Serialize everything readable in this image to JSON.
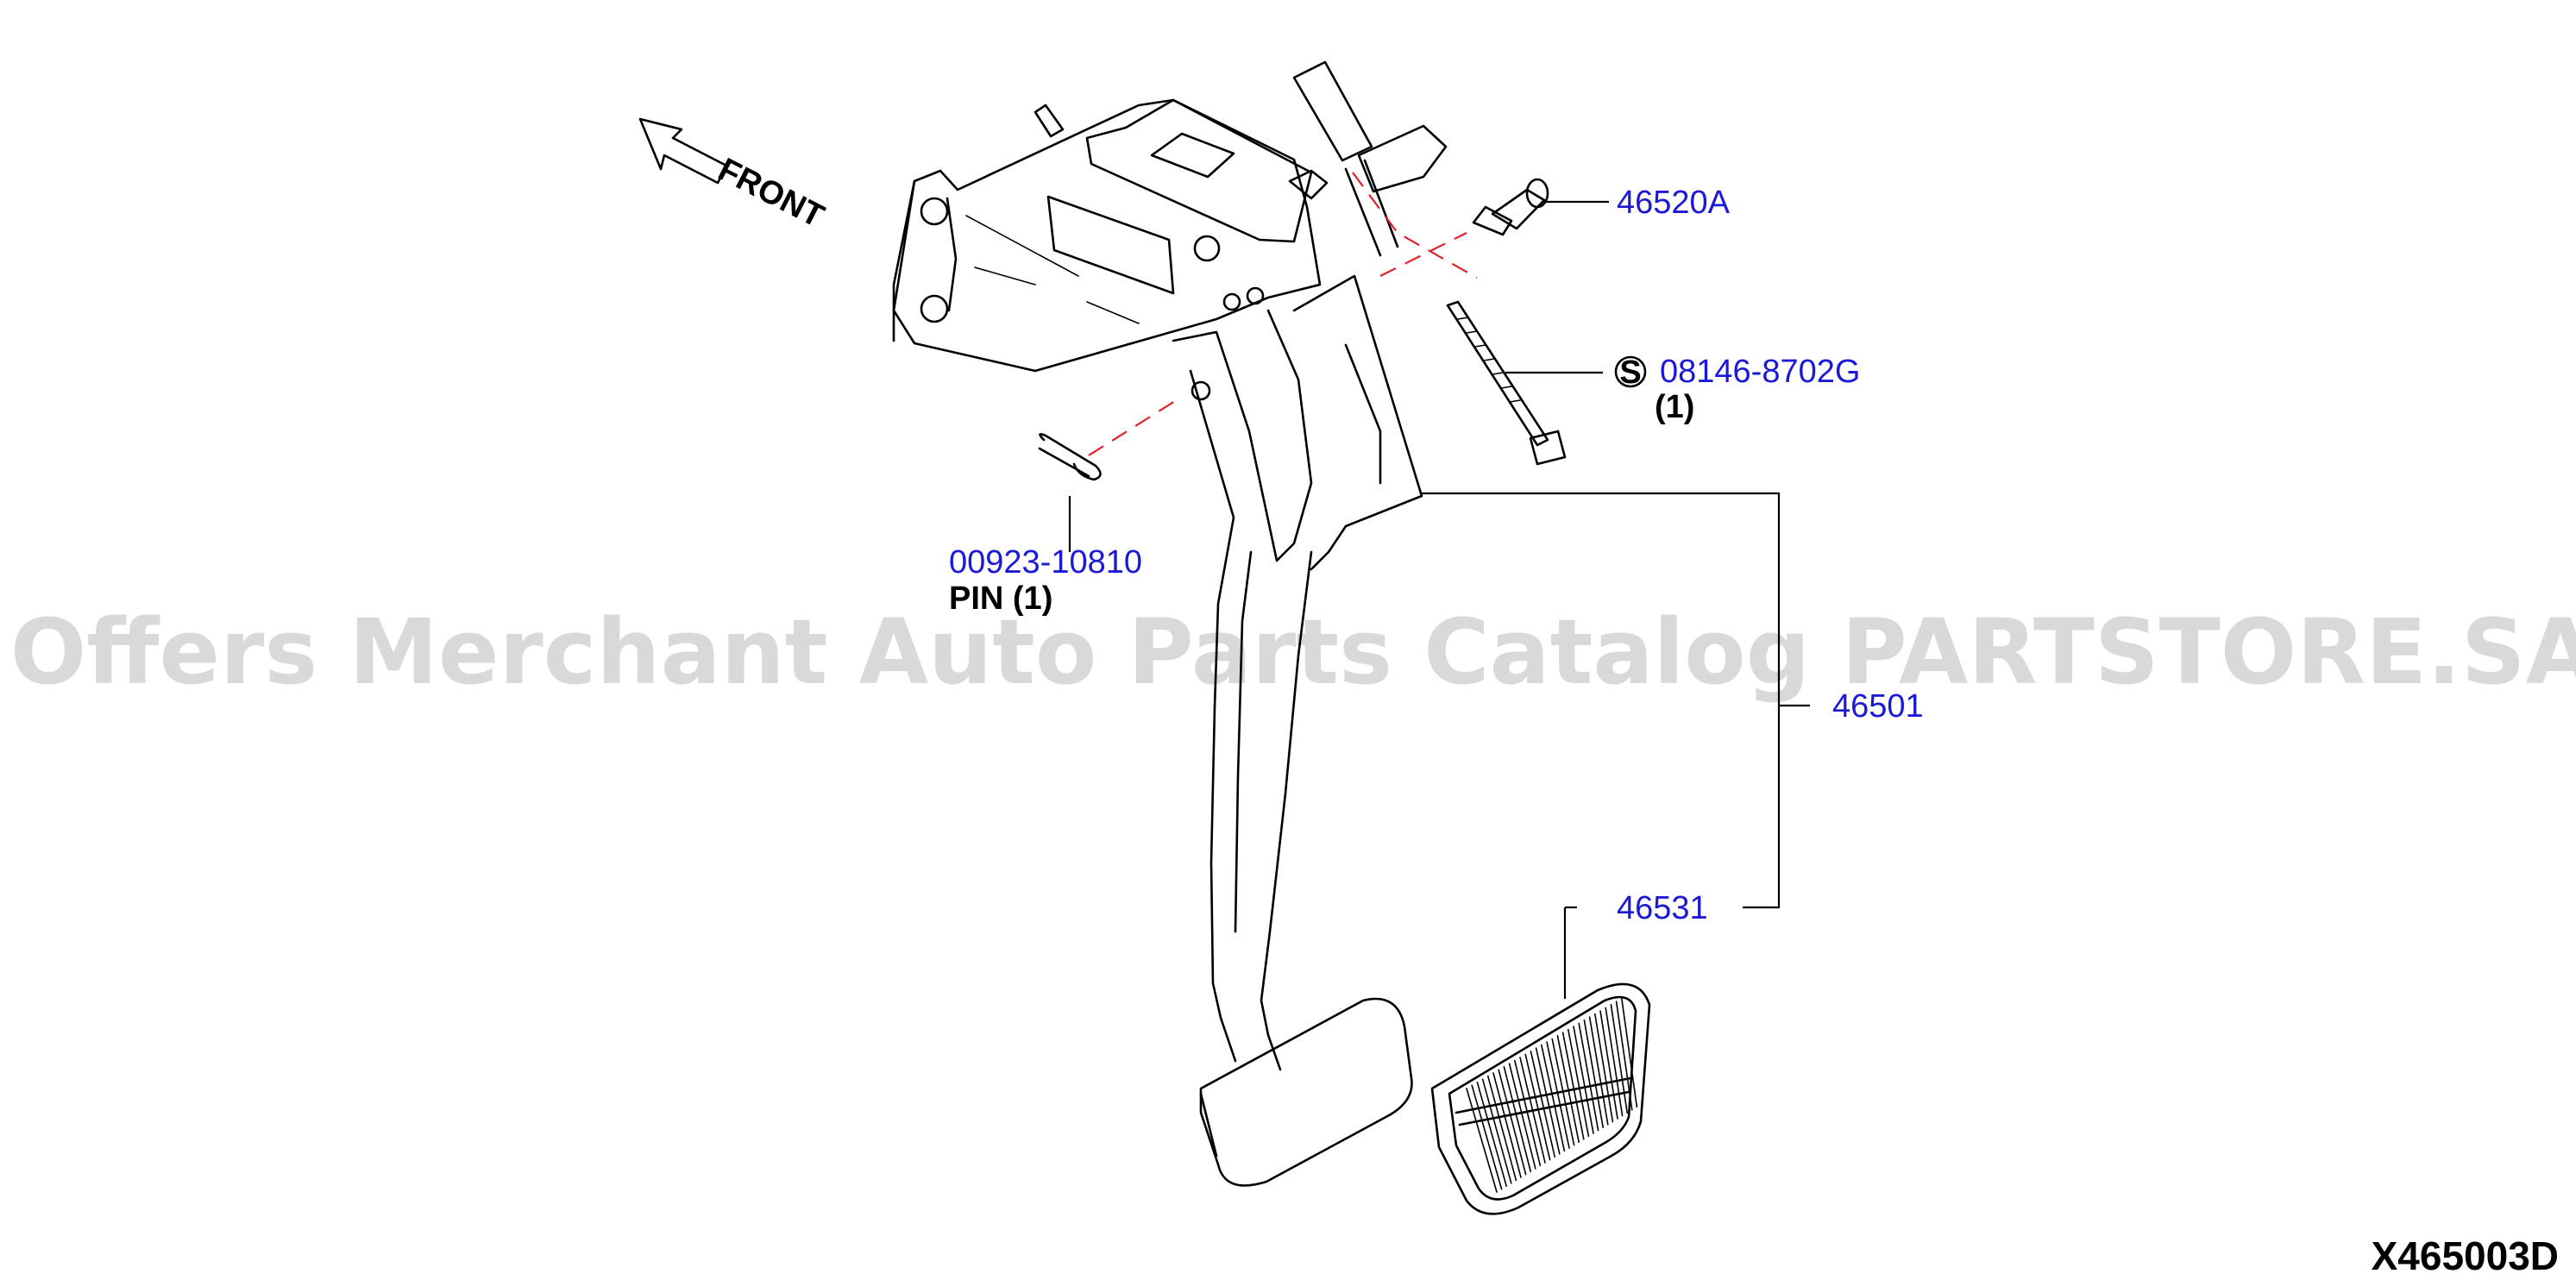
{
  "watermark": "Offers Merchant Auto Parts Catalog PARTSTORE.SA",
  "direction_label": "FRONT",
  "diagram_code": "X465003D",
  "parts": [
    {
      "number": "46520A"
    },
    {
      "marker": "S",
      "number": "08146-8702G",
      "qty": "(1)"
    },
    {
      "number": "00923-10810",
      "name": "PIN (1)"
    },
    {
      "number": "46501"
    },
    {
      "number": "46531"
    }
  ],
  "colors": {
    "part_number": "#1a1ad6",
    "leader_dashed": "#e0202a",
    "watermark": "#d9d9d9",
    "line": "#000000"
  }
}
